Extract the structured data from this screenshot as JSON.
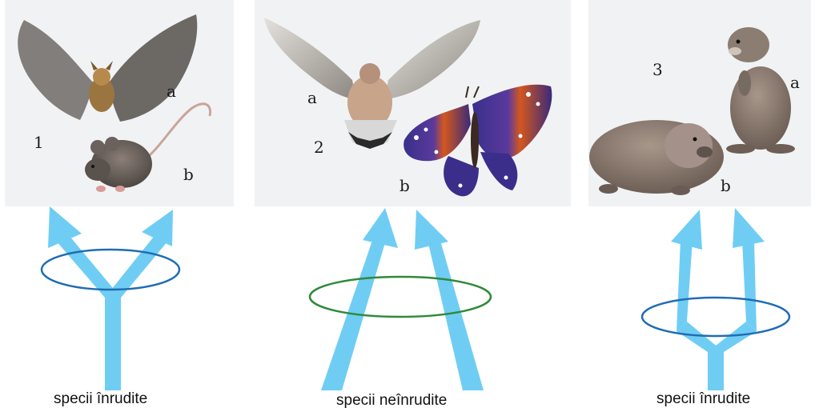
{
  "panels": [
    {
      "number": "1",
      "label_a": "a",
      "label_b": "b",
      "caption": "specii înrudite",
      "animals": [
        "bat-image",
        "mouse-image"
      ]
    },
    {
      "number": "2",
      "label_a": "a",
      "label_b": "b",
      "caption": "specii neînrudite",
      "animals": [
        "bird-image",
        "butterfly-image"
      ]
    },
    {
      "number": "3",
      "label_a": "a",
      "label_b": "b",
      "caption": "specii înrudite",
      "animals": [
        "marmot-image",
        "wombat-image"
      ]
    }
  ],
  "colors": {
    "arrow": "#6fcdf4",
    "ring_related": "#1f6db3",
    "ring_unrelated": "#2f8a3a"
  }
}
